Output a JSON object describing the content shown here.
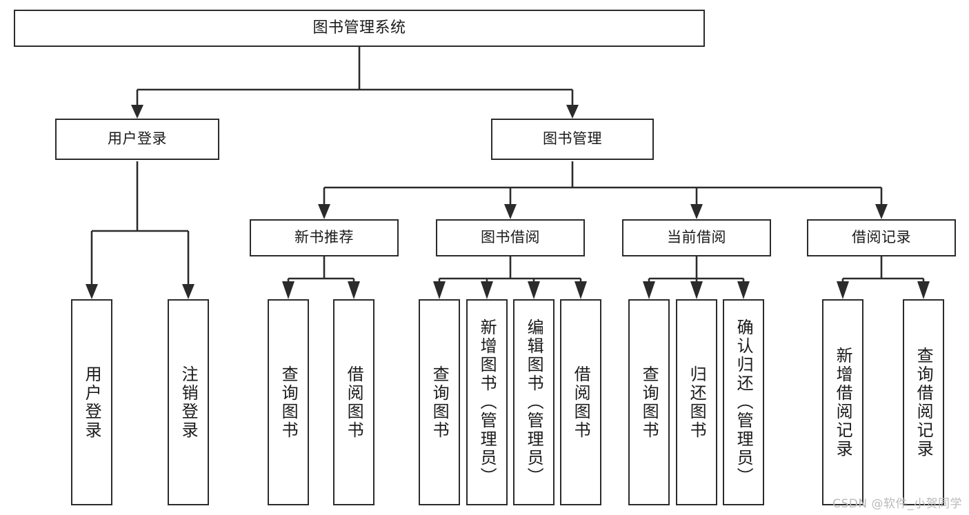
{
  "diagram": {
    "type": "tree",
    "title": "图书管理系统",
    "orientation": "top-down",
    "colors": {
      "stroke": "#2b2b2b",
      "box_fill": "#ffffff",
      "text": "#1a1a1a",
      "background": "#ffffff",
      "watermark": "#b9b9b9"
    }
  },
  "watermark": {
    "text": "CSDN @软件_小贺同学"
  },
  "nodes": {
    "root": {
      "label": "图书管理系统"
    },
    "level2": [
      {
        "id": "user-login",
        "label": "用户登录"
      },
      {
        "id": "book-manage",
        "label": "图书管理"
      }
    ],
    "level3": [
      {
        "id": "new-book-recommend",
        "label": "新书推荐"
      },
      {
        "id": "book-borrow",
        "label": "图书借阅"
      },
      {
        "id": "current-borrow",
        "label": "当前借阅"
      },
      {
        "id": "borrow-record",
        "label": "借阅记录"
      }
    ],
    "leaves": {
      "user_login": [
        {
          "id": "leaf-user-login",
          "label": "用户登录"
        },
        {
          "id": "leaf-user-logout",
          "label": "注销登录"
        }
      ],
      "new_book_recommend": [
        {
          "id": "leaf-query-book-1",
          "label": "查询图书"
        },
        {
          "id": "leaf-borrow-book-1",
          "label": "借阅图书"
        }
      ],
      "book_borrow": [
        {
          "id": "leaf-query-book-2",
          "label": "查询图书"
        },
        {
          "id": "leaf-add-book",
          "label": "新增图书（管理员）"
        },
        {
          "id": "leaf-edit-book",
          "label": "编辑图书（管理员）"
        },
        {
          "id": "leaf-borrow-book-2",
          "label": "借阅图书"
        }
      ],
      "current_borrow": [
        {
          "id": "leaf-query-book-3",
          "label": "查询图书"
        },
        {
          "id": "leaf-return-book",
          "label": "归还图书"
        },
        {
          "id": "leaf-confirm-return",
          "label": "确认归还（管理员）"
        }
      ],
      "borrow_record": [
        {
          "id": "leaf-add-record",
          "label": "新增借阅记录"
        },
        {
          "id": "leaf-query-record",
          "label": "查询借阅记录"
        }
      ]
    }
  }
}
